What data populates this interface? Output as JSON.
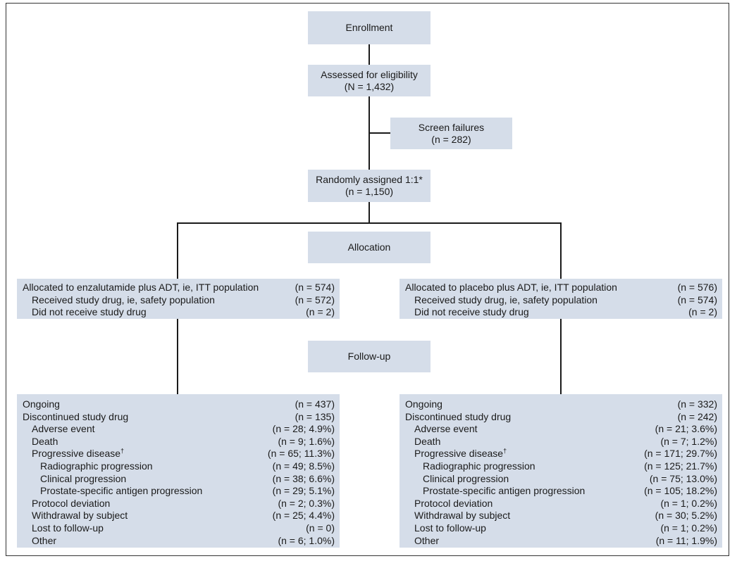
{
  "enrollment": {
    "label": "Enrollment"
  },
  "eligibility": {
    "line1": "Assessed for eligibility",
    "line2": "(N = 1,432)"
  },
  "screen_failures": {
    "line1": "Screen failures",
    "line2": "(n = 282)"
  },
  "randomized": {
    "line1": "Randomly assigned 1:1*",
    "line2": "(n = 1,150)"
  },
  "allocation_header": {
    "label": "Allocation"
  },
  "followup_header": {
    "label": "Follow-up"
  },
  "left_allocation": [
    {
      "label": "Allocated to enzalutamide plus ADT, ie, ITT population",
      "value": "(n = 574)"
    },
    {
      "label": "Received study drug, ie, safety population",
      "value": "(n = 572)"
    },
    {
      "label": "Did not receive study drug",
      "value": "(n = 2)"
    }
  ],
  "right_allocation": [
    {
      "label": "Allocated to placebo plus ADT, ie, ITT population",
      "value": "(n = 576)"
    },
    {
      "label": "Received study drug, ie, safety population",
      "value": "(n = 574)"
    },
    {
      "label": "Did not receive study drug",
      "value": "(n = 2)"
    }
  ],
  "left_followup": [
    {
      "label": "Ongoing",
      "value": "(n = 437)"
    },
    {
      "label": "Discontinued study drug",
      "value": "(n = 135)"
    },
    {
      "label": "Adverse event",
      "value": "(n = 28; 4.9%)"
    },
    {
      "label": "Death",
      "value": "(n = 9; 1.6%)"
    },
    {
      "label": "Progressive disease",
      "sup": "†",
      "value": "(n = 65; 11.3%)"
    },
    {
      "label": "Radiographic progression",
      "value": "(n = 49; 8.5%)"
    },
    {
      "label": "Clinical progression",
      "value": "(n = 38; 6.6%)"
    },
    {
      "label": "Prostate-specific antigen progression",
      "value": "(n = 29; 5.1%)"
    },
    {
      "label": "Protocol deviation",
      "value": "(n = 2; 0.3%)"
    },
    {
      "label": "Withdrawal by subject",
      "value": "(n = 25; 4.4%)"
    },
    {
      "label": "Lost to follow-up",
      "value": "(n = 0)"
    },
    {
      "label": "Other",
      "value": "(n = 6; 1.0%)"
    }
  ],
  "right_followup": [
    {
      "label": "Ongoing",
      "value": "(n = 332)"
    },
    {
      "label": "Discontinued study drug",
      "value": "(n = 242)"
    },
    {
      "label": "Adverse event",
      "value": "(n = 21; 3.6%)"
    },
    {
      "label": "Death",
      "value": "(n = 7; 1.2%)"
    },
    {
      "label": "Progressive disease",
      "sup": "†",
      "value": "(n = 171; 29.7%)"
    },
    {
      "label": "Radiographic progression",
      "value": "(n = 125; 21.7%)"
    },
    {
      "label": "Clinical progression",
      "value": "(n = 75; 13.0%)"
    },
    {
      "label": "Prostate-specific antigen progression",
      "value": "(n = 105; 18.2%)"
    },
    {
      "label": "Protocol deviation",
      "value": "(n = 1; 0.2%)"
    },
    {
      "label": "Withdrawal by subject",
      "value": "(n = 30; 5.2%)"
    },
    {
      "label": "Lost to follow-up",
      "value": "(n = 1; 0.2%)"
    },
    {
      "label": "Other",
      "value": "(n = 11; 1.9%)"
    }
  ]
}
